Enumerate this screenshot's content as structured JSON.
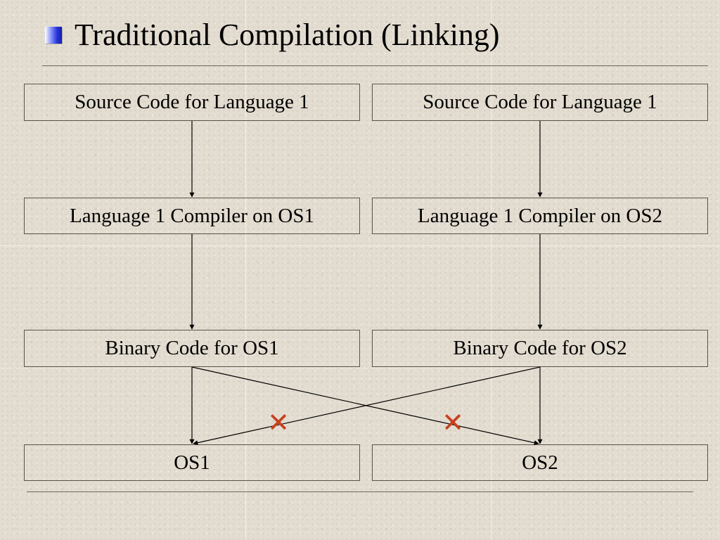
{
  "slide": {
    "title": "Traditional Compilation (Linking)",
    "bullet_icon": "square-bullet-icon",
    "accent_color": "#2b36d9",
    "cross_color": "#c8401e"
  },
  "diagram": {
    "left_column": {
      "source": "Source Code for Language 1",
      "compiler": "Language 1 Compiler on OS1",
      "binary": "Binary Code for OS1",
      "os": "OS1"
    },
    "right_column": {
      "source": "Source Code for Language 1",
      "compiler": "Language 1 Compiler on OS2",
      "binary": "Binary Code for OS2",
      "os": "OS2"
    },
    "cross_mark": "✕"
  }
}
